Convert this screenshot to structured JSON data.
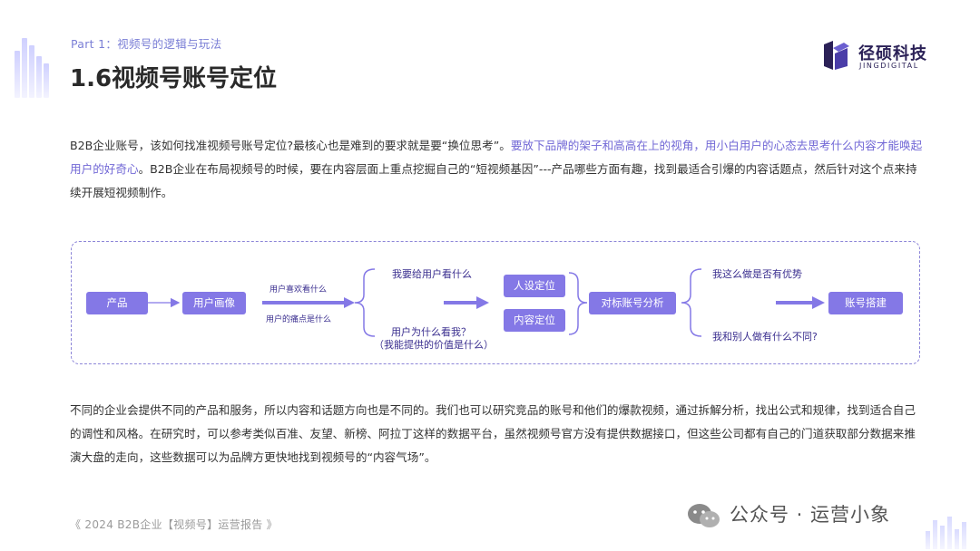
{
  "header": {
    "part_label": "Part 1：视频号的逻辑与玩法",
    "title": "1.6视频号账号定位"
  },
  "logo": {
    "name_cn": "径硕科技",
    "name_en": "JINGDIGITAL"
  },
  "paragraph1": {
    "text_a": "B2B企业账号，该如何找准视频号账号定位?最核心也是难到的要求就是要“换位思考”。",
    "text_highlight": "要放下品牌的架子和高高在上的视角，用小白用户的心态去思考什么内容才能唤起用户的好奇心",
    "text_b": "。B2B企业在布局视频号的时候，要在内容层面上重点挖掘自己的“短视频基因”---产品哪些方面有趣，找到最适合引爆的内容话题点，然后针对这个点来持续开展短视频制作。"
  },
  "flow": {
    "product": "产品",
    "user_portrait": "用户画像",
    "arrow_label_top": "用户喜欢看什么",
    "arrow_label_bottom": "用户的痛点是什么",
    "question_top": "我要给用户看什么",
    "question_bottom_1": "用户为什么看我？",
    "question_bottom_2": "（我能提供的价值是什么）",
    "persona": "人设定位",
    "content": "内容定位",
    "benchmark": "对标账号分析",
    "advantage_top": "我这么做是否有优势",
    "advantage_bottom": "我和别人做有什么不同?",
    "account_build": "账号搭建"
  },
  "paragraph2": {
    "text": "不同的企业会提供不同的产品和服务，所以内容和话题方向也是不同的。我们也可以研究竞品的账号和他们的爆款视频，通过拆解分析，找出公式和规律，找到适合自己的调性和风格。在研究时，可以参考类似百准、友望、新榜、阿拉丁这样的数据平台，虽然视频号官方没有提供数据接口，但这些公司都有自己的门道获取部分数据来推演大盘的走向，这些数据可以为品牌方更快地找到视频号的“内容气场”。"
  },
  "footer": {
    "report": "《 2024 B2B企业【视频号】运营报告 》"
  },
  "watermark": {
    "text": "公众号 · 运营小象"
  },
  "colors": {
    "accent": "#8478e6",
    "highlight_text": "#7268d6",
    "dark_text": "#3a2e8f",
    "logo": "#2b2157"
  }
}
